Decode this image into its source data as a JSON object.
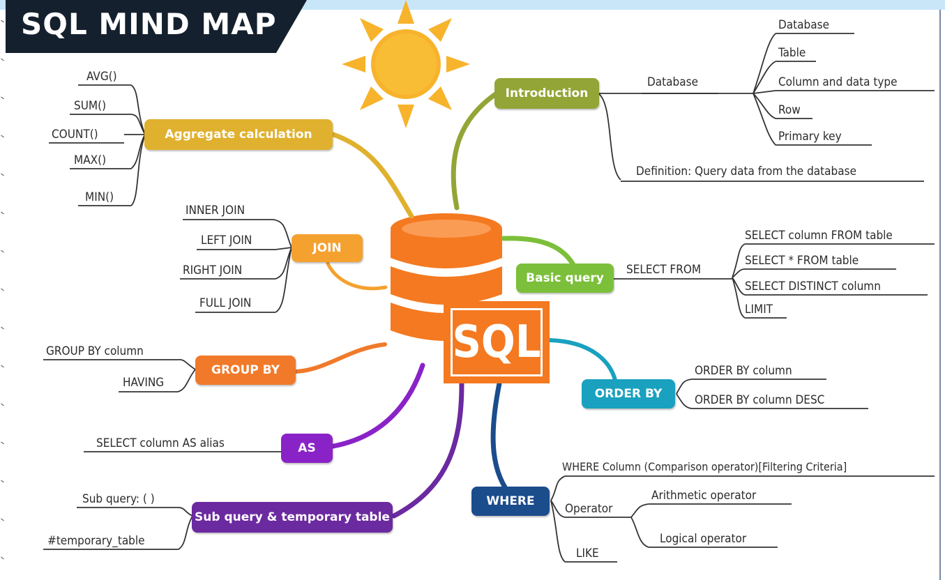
{
  "title": "SQL MIND MAP",
  "center_label": "SQL",
  "colors": {
    "top_band": "#c8e6f8",
    "title_bg": "#15202e",
    "sun": "#f7b32b",
    "db_orange": "#f47920",
    "introduction": "#93a536",
    "aggregate": "#e0b12e",
    "join": "#f5a12f",
    "group_by": "#f07a2a",
    "as": "#8a23c7",
    "subquery": "#6b2aa0",
    "where": "#1b4c8c",
    "order_by": "#1aa1bf",
    "basic_query": "#7cbf3a",
    "line_dark": "#333333"
  },
  "nodes": {
    "introduction": "Introduction",
    "aggregate": "Aggregate calculation",
    "join": "JOIN",
    "group_by": "GROUP BY",
    "as": "AS",
    "subquery": "Sub query & temporary table",
    "where": "WHERE",
    "order_by": "ORDER BY",
    "basic_query": "Basic query"
  },
  "introduction": {
    "database_label": "Database",
    "database_items": [
      "Database",
      "Table",
      "Column and data type",
      "Row",
      "Primary key"
    ],
    "definition": "Definition: Query data from the database"
  },
  "aggregate": {
    "items": [
      "AVG()",
      "SUM()",
      "COUNT()",
      "MAX()",
      "MIN()"
    ]
  },
  "join": {
    "items": [
      "INNER JOIN",
      "LEFT JOIN",
      "RIGHT JOIN",
      "FULL JOIN"
    ]
  },
  "group_by": {
    "items": [
      "GROUP BY column",
      "HAVING"
    ]
  },
  "as": {
    "items": [
      "SELECT column AS alias"
    ]
  },
  "subquery": {
    "items": [
      "Sub query: ( )",
      "#temporary_table"
    ]
  },
  "basic_query": {
    "select_from": "SELECT FROM",
    "items": [
      "SELECT column FROM table",
      "SELECT * FROM table",
      "SELECT DISTINCT column",
      "LIMIT"
    ]
  },
  "order_by": {
    "items": [
      "ORDER BY column",
      "ORDER BY column DESC"
    ]
  },
  "where": {
    "clause": "WHERE Column (Comparison operator)[Filtering Criteria]",
    "operator": "Operator",
    "operator_items": [
      "Arithmetic operator",
      "Logical operator"
    ],
    "like": "LIKE"
  }
}
